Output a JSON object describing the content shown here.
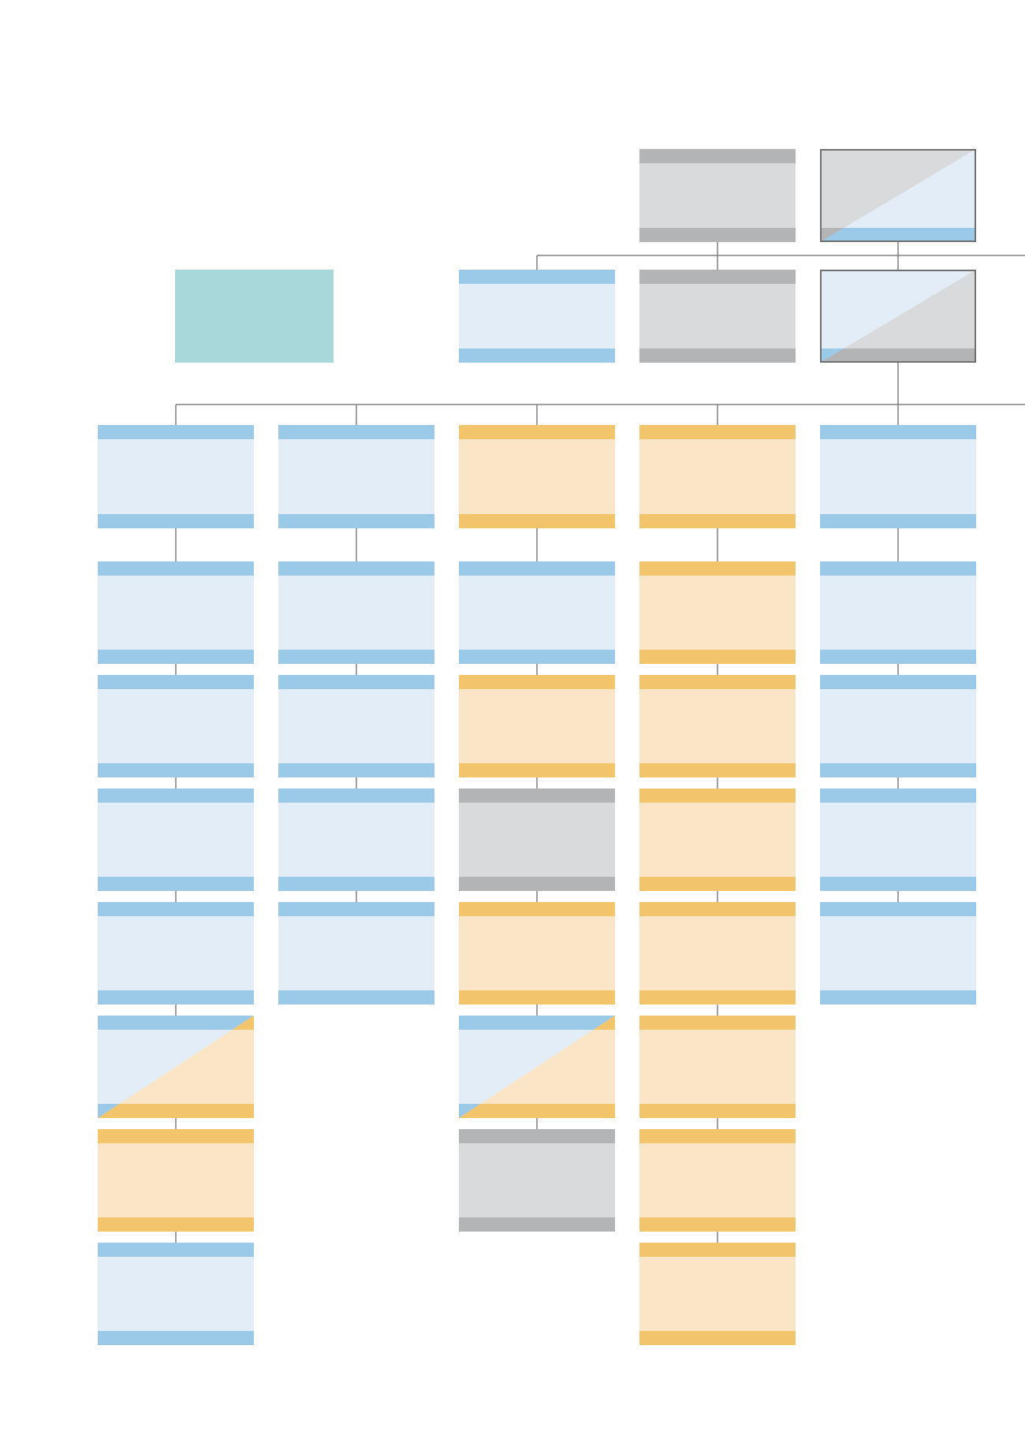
{
  "palette": {
    "blue": {
      "fill": "#e2edf7",
      "band": "#9bc9e8"
    },
    "orange": {
      "fill": "#fae6c7",
      "band": "#f2c46c"
    },
    "gray": {
      "fill": "#d9dadc",
      "band": "#b3b4b6"
    },
    "teal": {
      "fill": "#a8d8da"
    },
    "connector": "#808080",
    "split_border": "#707070"
  },
  "nodes": [
    {
      "id": "top-gray",
      "kind": "gray",
      "label": ""
    },
    {
      "id": "top-split",
      "kind": "split",
      "top": "gray",
      "bottom": "blue",
      "label": ""
    },
    {
      "id": "teal-node",
      "kind": "teal",
      "label": ""
    },
    {
      "id": "r2-blue",
      "kind": "blue",
      "label": ""
    },
    {
      "id": "r2-gray",
      "kind": "gray",
      "label": ""
    },
    {
      "id": "r2-split",
      "kind": "split",
      "top": "gray",
      "bottom": "blue",
      "label": ""
    },
    {
      "id": "c1-r0",
      "kind": "blue",
      "label": ""
    },
    {
      "id": "c1-r1",
      "kind": "blue",
      "label": ""
    },
    {
      "id": "c1-r2",
      "kind": "blue",
      "label": ""
    },
    {
      "id": "c1-r3",
      "kind": "blue",
      "label": ""
    },
    {
      "id": "c1-r4",
      "kind": "blue",
      "label": ""
    },
    {
      "id": "c1-r5",
      "kind": "split",
      "top": "orange",
      "bottom": "blue",
      "label": ""
    },
    {
      "id": "c1-r6",
      "kind": "orange",
      "label": ""
    },
    {
      "id": "c1-r7",
      "kind": "blue",
      "label": ""
    },
    {
      "id": "c2-r0",
      "kind": "blue",
      "label": ""
    },
    {
      "id": "c2-r1",
      "kind": "blue",
      "label": ""
    },
    {
      "id": "c2-r2",
      "kind": "blue",
      "label": ""
    },
    {
      "id": "c2-r3",
      "kind": "blue",
      "label": ""
    },
    {
      "id": "c2-r4",
      "kind": "blue",
      "label": ""
    },
    {
      "id": "c3-r0",
      "kind": "orange",
      "label": ""
    },
    {
      "id": "c3-r1",
      "kind": "blue",
      "label": ""
    },
    {
      "id": "c3-r2",
      "kind": "orange",
      "label": ""
    },
    {
      "id": "c3-r3",
      "kind": "gray",
      "label": ""
    },
    {
      "id": "c3-r4",
      "kind": "orange",
      "label": ""
    },
    {
      "id": "c3-r5",
      "kind": "split",
      "top": "orange",
      "bottom": "blue",
      "label": ""
    },
    {
      "id": "c3-r6",
      "kind": "gray",
      "label": ""
    },
    {
      "id": "c4-r0",
      "kind": "orange",
      "label": ""
    },
    {
      "id": "c4-r1",
      "kind": "orange",
      "label": ""
    },
    {
      "id": "c4-r2",
      "kind": "orange",
      "label": ""
    },
    {
      "id": "c4-r3",
      "kind": "orange",
      "label": ""
    },
    {
      "id": "c4-r4",
      "kind": "orange",
      "label": ""
    },
    {
      "id": "c4-r5",
      "kind": "orange",
      "label": ""
    },
    {
      "id": "c4-r6",
      "kind": "orange",
      "label": ""
    },
    {
      "id": "c4-r7",
      "kind": "orange",
      "label": ""
    },
    {
      "id": "c5-r0",
      "kind": "blue",
      "label": ""
    },
    {
      "id": "c5-r1",
      "kind": "blue",
      "label": ""
    },
    {
      "id": "c5-r2",
      "kind": "blue",
      "label": ""
    },
    {
      "id": "c5-r3",
      "kind": "blue",
      "label": ""
    },
    {
      "id": "c5-r4",
      "kind": "blue",
      "label": ""
    }
  ],
  "edges": [
    [
      "top-gray",
      "r2-gray"
    ],
    [
      "top-split",
      "r2-split"
    ],
    [
      "r2-split",
      "c1-r0"
    ],
    [
      "r2-split",
      "c2-r0"
    ],
    [
      "r2-split",
      "c3-r0"
    ],
    [
      "r2-split",
      "c4-r0"
    ],
    [
      "r2-split",
      "c5-r0"
    ],
    [
      "c1-r0",
      "c1-r1"
    ],
    [
      "c1-r1",
      "c1-r2"
    ],
    [
      "c1-r2",
      "c1-r3"
    ],
    [
      "c1-r3",
      "c1-r4"
    ],
    [
      "c1-r4",
      "c1-r5"
    ],
    [
      "c1-r5",
      "c1-r6"
    ],
    [
      "c1-r6",
      "c1-r7"
    ],
    [
      "c2-r0",
      "c2-r1"
    ],
    [
      "c2-r1",
      "c2-r2"
    ],
    [
      "c2-r2",
      "c2-r3"
    ],
    [
      "c2-r3",
      "c2-r4"
    ],
    [
      "c3-r0",
      "c3-r1"
    ],
    [
      "c3-r1",
      "c3-r2"
    ],
    [
      "c3-r2",
      "c3-r3"
    ],
    [
      "c3-r3",
      "c3-r4"
    ],
    [
      "c3-r4",
      "c3-r5"
    ],
    [
      "c3-r5",
      "c3-r6"
    ],
    [
      "c4-r0",
      "c4-r1"
    ],
    [
      "c4-r1",
      "c4-r2"
    ],
    [
      "c4-r2",
      "c4-r3"
    ],
    [
      "c4-r3",
      "c4-r4"
    ],
    [
      "c4-r4",
      "c4-r5"
    ],
    [
      "c4-r5",
      "c4-r6"
    ],
    [
      "c4-r6",
      "c4-r7"
    ],
    [
      "c5-r0",
      "c5-r1"
    ],
    [
      "c5-r1",
      "c5-r2"
    ],
    [
      "c5-r2",
      "c5-r3"
    ],
    [
      "c5-r3",
      "c5-r4"
    ]
  ]
}
